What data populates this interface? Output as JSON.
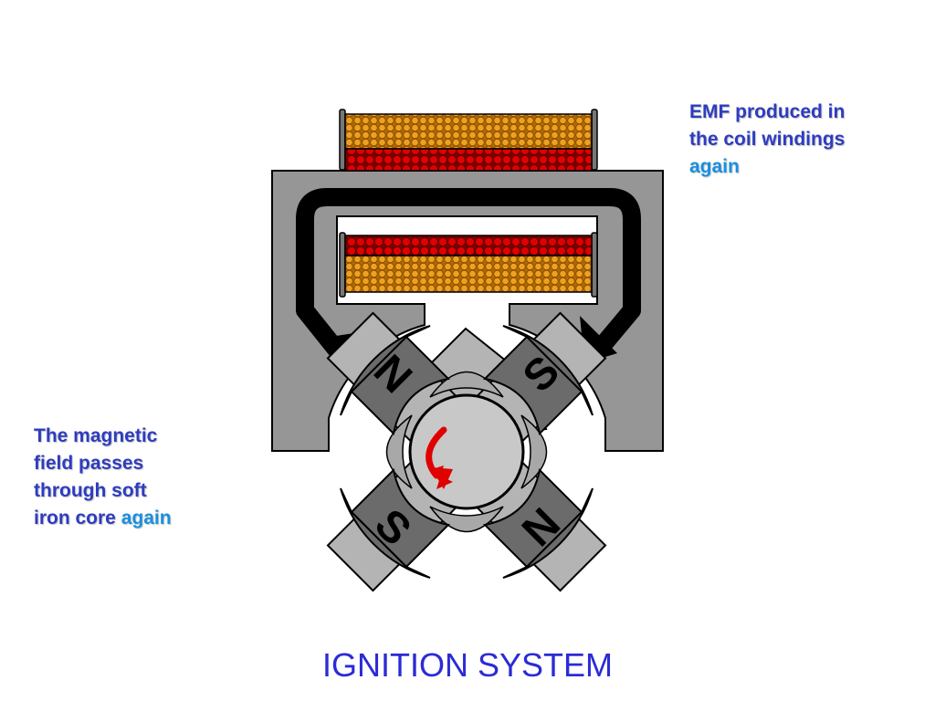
{
  "title": "IGNITION SYSTEM",
  "annotations": {
    "emf": {
      "line1": "EMF produced in",
      "line2": "the coil windings",
      "highlight": "again"
    },
    "field": {
      "line1": "The magnetic",
      "line2": "field passes",
      "line3": "through soft",
      "line4": "iron core ",
      "highlight": "again"
    }
  },
  "magnet_poles": {
    "top_left": "N",
    "top_right": "S",
    "bottom_left": "S",
    "bottom_right": "N"
  },
  "colors": {
    "caption": "#2e3cc0",
    "highlight": "#1a8fe0",
    "title": "#2b2bd6",
    "iron_core": "#969696",
    "magnet_pole": "#6b6b6b",
    "coil_outer": "#f0a020",
    "coil_inner": "#e00000",
    "rotation_arrow": "#e00000",
    "flux_path": "#000000"
  },
  "icons": {
    "rotation": "curved-arrow-icon",
    "flux": "flux-arrow-icon"
  }
}
